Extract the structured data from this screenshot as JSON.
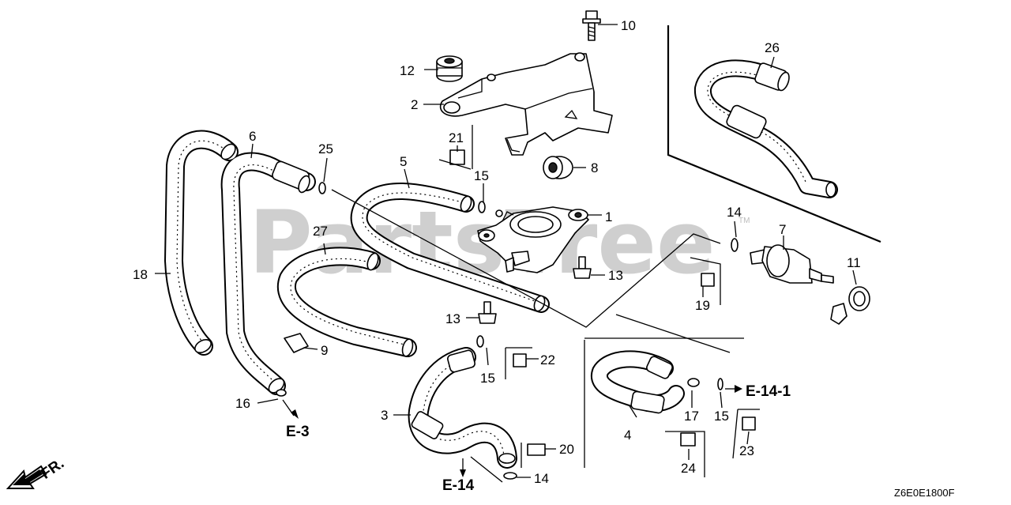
{
  "watermark": "PartsTree",
  "trademark": "TM",
  "diagram_code": "Z6E0E1800F",
  "front_arrow_label": "FR.",
  "callouts": [
    {
      "id": "c1",
      "label": "1"
    },
    {
      "id": "c2",
      "label": "2"
    },
    {
      "id": "c3",
      "label": "3"
    },
    {
      "id": "c4",
      "label": "4"
    },
    {
      "id": "c5",
      "label": "5"
    },
    {
      "id": "c6",
      "label": "6"
    },
    {
      "id": "c7",
      "label": "7"
    },
    {
      "id": "c8",
      "label": "8"
    },
    {
      "id": "c9",
      "label": "9"
    },
    {
      "id": "c10",
      "label": "10"
    },
    {
      "id": "c11",
      "label": "11"
    },
    {
      "id": "c12",
      "label": "12"
    },
    {
      "id": "c13a",
      "label": "13"
    },
    {
      "id": "c13b",
      "label": "13"
    },
    {
      "id": "c14a",
      "label": "14"
    },
    {
      "id": "c14b",
      "label": "14"
    },
    {
      "id": "c15a",
      "label": "15"
    },
    {
      "id": "c15b",
      "label": "15"
    },
    {
      "id": "c15c",
      "label": "15"
    },
    {
      "id": "c16",
      "label": "16"
    },
    {
      "id": "c17",
      "label": "17"
    },
    {
      "id": "c18",
      "label": "18"
    },
    {
      "id": "c19",
      "label": "19"
    },
    {
      "id": "c20",
      "label": "20"
    },
    {
      "id": "c21",
      "label": "21"
    },
    {
      "id": "c22",
      "label": "22"
    },
    {
      "id": "c23",
      "label": "23"
    },
    {
      "id": "c24",
      "label": "24"
    },
    {
      "id": "c25",
      "label": "25"
    },
    {
      "id": "c26",
      "label": "26"
    },
    {
      "id": "c27",
      "label": "27"
    }
  ],
  "references": {
    "e3": "E-3",
    "e14": "E-14",
    "e141": "E-14-1"
  }
}
